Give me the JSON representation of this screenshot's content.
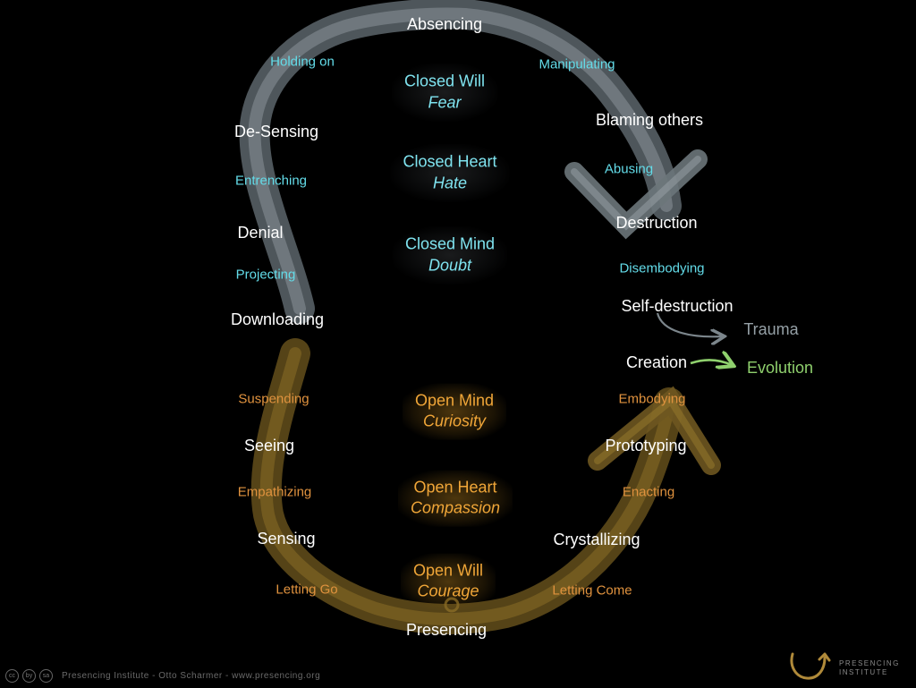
{
  "absencing": {
    "top": "Absencing",
    "left_nodes": [
      "De-Sensing",
      "Denial",
      "Downloading"
    ],
    "left_actions": [
      "Holding on",
      "Entrenching",
      "Projecting"
    ],
    "right_nodes": [
      "Blaming others",
      "Destruction",
      "Self-destruction"
    ],
    "right_actions": [
      "Manipulating",
      "Abusing",
      "Disembodying"
    ],
    "closed_will": "Closed Will",
    "fear": "Fear",
    "closed_heart": "Closed Heart",
    "hate": "Hate",
    "closed_mind": "Closed Mind",
    "doubt": "Doubt"
  },
  "presencing": {
    "bottom": "Presencing",
    "left_nodes": [
      "Seeing",
      "Sensing"
    ],
    "left_actions": [
      "Suspending",
      "Empathizing",
      "Letting Go"
    ],
    "right_nodes": [
      "Creation",
      "Prototyping",
      "Crystallizing"
    ],
    "right_actions": [
      "Embodying",
      "Enacting",
      "Letting Come"
    ],
    "open_mind": "Open Mind",
    "curiosity": "Curiosity",
    "open_heart": "Open Heart",
    "compassion": "Compassion",
    "open_will": "Open Will",
    "courage": "Courage"
  },
  "outcomes": {
    "trauma": "Trauma",
    "evolution": "Evolution"
  },
  "footer": {
    "credit": "Presencing Institute - Otto Scharmer - www.presencing.org",
    "logo_line1": "PRESENCING",
    "logo_line2": "INSTITUTE",
    "cc_icons": [
      "cc",
      "by",
      "sa"
    ]
  },
  "colors": {
    "background": "#000000",
    "node_text": "#ffffff",
    "absencing_action": "#63dce9",
    "presencing_action": "#e0923e",
    "gray_arc": "#7c868c",
    "gold_arc": "#7a6224",
    "trauma": "#95a0a6",
    "evolution": "#8fd06d"
  }
}
